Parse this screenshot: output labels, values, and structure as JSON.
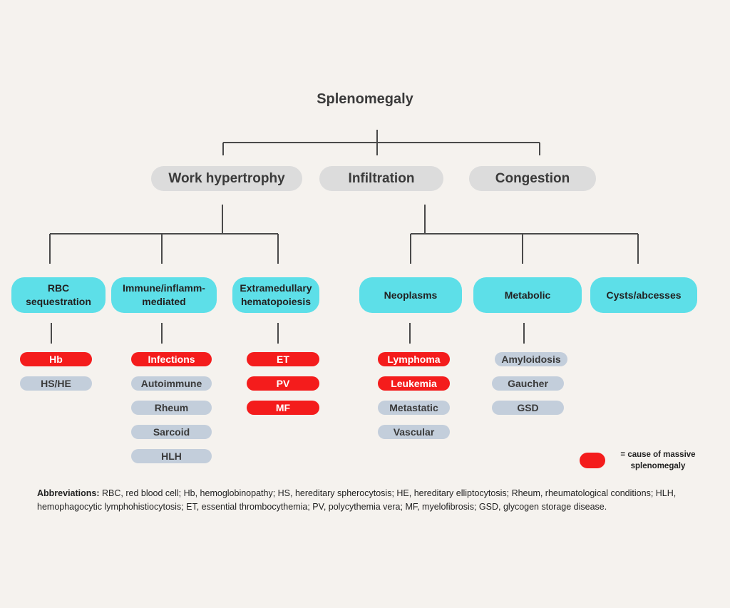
{
  "title": "Splenomegaly",
  "level1": [
    "Work hypertrophy",
    "Infiltration",
    "Congestion"
  ],
  "level2": [
    "RBC\nsequestration",
    "Immune/inflamm-\nmediated",
    "Extramedullary\nhematopoiesis",
    "Neoplasms",
    "Metabolic",
    "Cysts/abcesses"
  ],
  "leaves": {
    "rbc": [
      "Hb",
      "HS/HE"
    ],
    "immune": [
      "Infections",
      "Autoimmune",
      "Rheum",
      "Sarcoid",
      "HLH"
    ],
    "extramedullary": [
      "ET",
      "PV",
      "MF"
    ],
    "neoplasms": [
      "Lymphoma",
      "Leukemia",
      "Metastatic",
      "Vascular"
    ],
    "metabolic": [
      "Amyloidosis",
      "Gaucher",
      "GSD"
    ]
  },
  "legend": "= cause of massive\nsplenomegaly",
  "abbreviations": {
    "label": "Abbreviations:",
    "text": " RBC, red blood cell; Hb, hemoglobinopathy; HS, hereditary spherocytosis; HE, hereditary elliptocytosis; Rheum, rheumatological conditions; HLH, hemophagocytic lymphohistiocytosis; ET, essential thrombocythemia; PV, polycythemia vera; MF, myelofibrosis; GSD, glycogen storage disease."
  },
  "colors": {
    "massive_cause": "#f41c1c",
    "category": "#5ddfe8",
    "leaf": "#c3cedb",
    "top_level": "#dcdcdc"
  }
}
